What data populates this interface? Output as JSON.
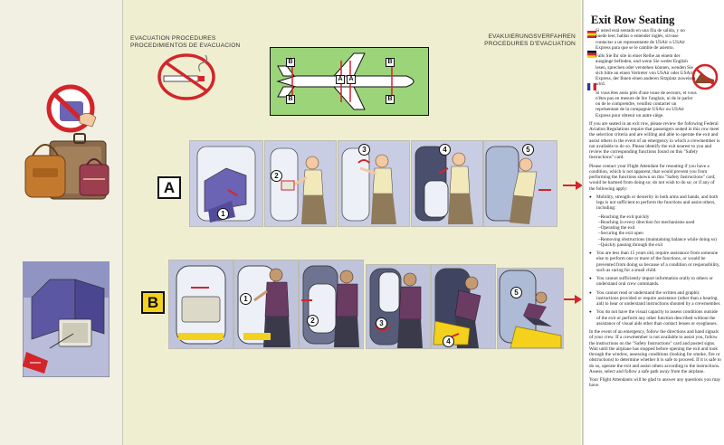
{
  "headers": {
    "left": [
      "EVACUATION PROCEDURES",
      "PROCEDIMIENTOS DE EVACUACION"
    ],
    "right": [
      "EVAKUIERUNGSVERFAHREN",
      "PROCEDURES D'EVACUATION"
    ]
  },
  "sequences": {
    "a": {
      "label": "A",
      "steps": [
        "1",
        "2",
        "3",
        "4",
        "5"
      ]
    },
    "b": {
      "label": "B",
      "steps": [
        "1",
        "2",
        "3",
        "4",
        "5"
      ]
    }
  },
  "diagram_labels": {
    "b": "B",
    "a": "A"
  },
  "colors": {
    "accent_red": "#d3252a",
    "yellow": "#f3d11d",
    "diagram_green": "#9cd47a",
    "seat_purple": "#6b63b4",
    "cabin_panel": "#c9cde3"
  },
  "info": {
    "title": "Exit Row Seating",
    "lang_spanish": "Si usted está sentado en una fila de salida, y no puede leer, hablar o entender inglés, sirvase contactar a un representante de USAir o USAir Express para que se le cambie de asiento.",
    "lang_german": "Falls Sie Ihr site in einer Reihe an einem der ausgänge befinden, und wenn Sie weder English lesen, sprechen oder verstehen können, wenden Sie sich bitte an einen Vertreter von USAir oder USAir Express, der Ihnen einen anderen Sitzplatz zuweisen wird.",
    "lang_french": "Si vous êtes assis près d'une issue de secours, et vous n'êtes pas en mesure de lire l'anglais, ni de le parler ou de le comprendre, veuillez contacter un représentant de la compagnie USAir ou USAir Express pour obtenir un autre siège.",
    "para1": "If you are seated in an exit row, please review the following Federal Aviation Regulations require that passengers seated in this row meet the selection criteria and are willing and able to operate the exit and assist others in the event of an emergency in which a crewmember is not available to do so. Please identify the exit nearest to you and review the corresponding functions found on this \"Safety Instructions\" card.",
    "para2": "Please contact your Flight Attendant for reseating if you have a condition, which is not apparent, that would prevent you from performing the functions shown on this \"Safety Instructions\" card; would be harmed from doing so; do not wish to do so; or if any of the following apply:",
    "bullet1": "Mobility, strength or dexterity in both arms and hands, and both legs is not sufficient to perform the functions and assist others, including:",
    "sublist": [
      "–Reaching the exit quickly",
      "–Reaching in every direction for mechanisms used",
      "–Operating the exit",
      "–Securing the exit open",
      "–Removing obstructions (maintaining balance while doing so)",
      "–Quickly passing through the exit"
    ],
    "bullet2": "You are less than 15 years old, require assistance from someone else to perform one or more of the functions, or would be prevented from doing so because of a condition or responsibility, such as caring for a small child.",
    "bullet3": "You cannot sufficiently impart information orally to others or understand oral crew commands.",
    "bullet4": "You cannot read or understand the written and graphic instructions provided or require assistance (other than a hearing aid) to hear or understand instructions shouted by a crewmember.",
    "bullet5": "You do not have the visual capacity to assess conditions outside of the exit or perform any other function described without the assistance of visual aids other than contact lenses or eyeglasses.",
    "para3": "In the event of an emergency, follow the directions and hand signals of your crew. If a crewmember is not available to assist you, follow the instructions on the \"Safety Instructions\" card and posted signs. Wait until the airplane has stopped before opening the exit and look through the window, assessing conditions (looking for smoke, fire or obstructions) to determine whether it is safe to proceed. If it is safe to do so, operate the exit and assist others according to the instructions. Assess, select and follow a safe path away from the airplane.",
    "closing": "Your Flight Attendants will be glad to answer any questions you may have."
  }
}
